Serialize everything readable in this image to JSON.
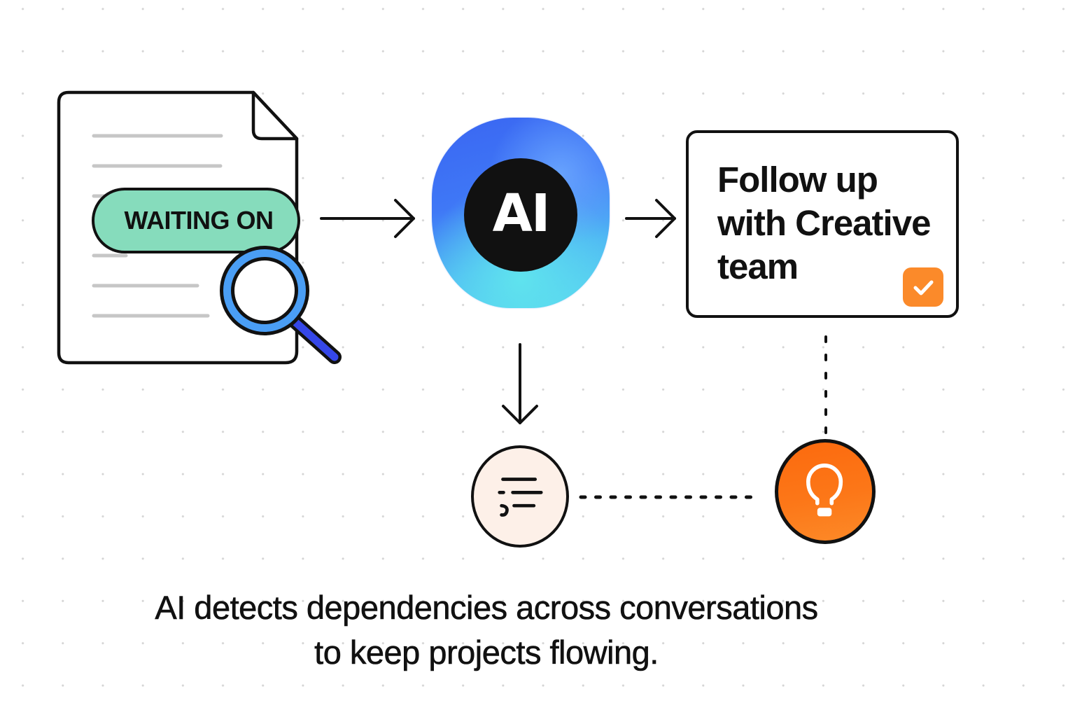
{
  "diagram": {
    "source_document": {
      "icon": "document-icon",
      "tag_label": "WAITING ON",
      "tag_color": "#86dcbc",
      "magnifier_icon": "search-icon",
      "magnifier_color": "#4a9ef5",
      "magnifier_handle_color": "#3547e8"
    },
    "ai_node": {
      "label": "AI",
      "gradient_colors": [
        "#3a66f2",
        "#4fb6f4",
        "#5ad8ee"
      ],
      "core_color": "#111111"
    },
    "task_card": {
      "lines": [
        "Follow up",
        "with Creative",
        "team"
      ],
      "checkbox_icon": "checkmark-icon",
      "checkbox_checked": true,
      "checkbox_color": "#fb8a2a"
    },
    "notes_node": {
      "icon": "text-lines-icon",
      "fill_color": "#fdf0e8"
    },
    "idea_node": {
      "icon": "lightbulb-icon",
      "fill_color": "#fc7718"
    },
    "edges": [
      {
        "from": "source_document",
        "to": "ai_node",
        "style": "arrow"
      },
      {
        "from": "ai_node",
        "to": "task_card",
        "style": "arrow"
      },
      {
        "from": "ai_node",
        "to": "notes_node",
        "style": "arrow"
      },
      {
        "from": "task_card",
        "to": "idea_node",
        "style": "dotted"
      },
      {
        "from": "notes_node",
        "to": "idea_node",
        "style": "dotted"
      }
    ],
    "caption": {
      "line1": "AI detects dependencies across conversations",
      "line2": "to keep projects flowing."
    }
  }
}
